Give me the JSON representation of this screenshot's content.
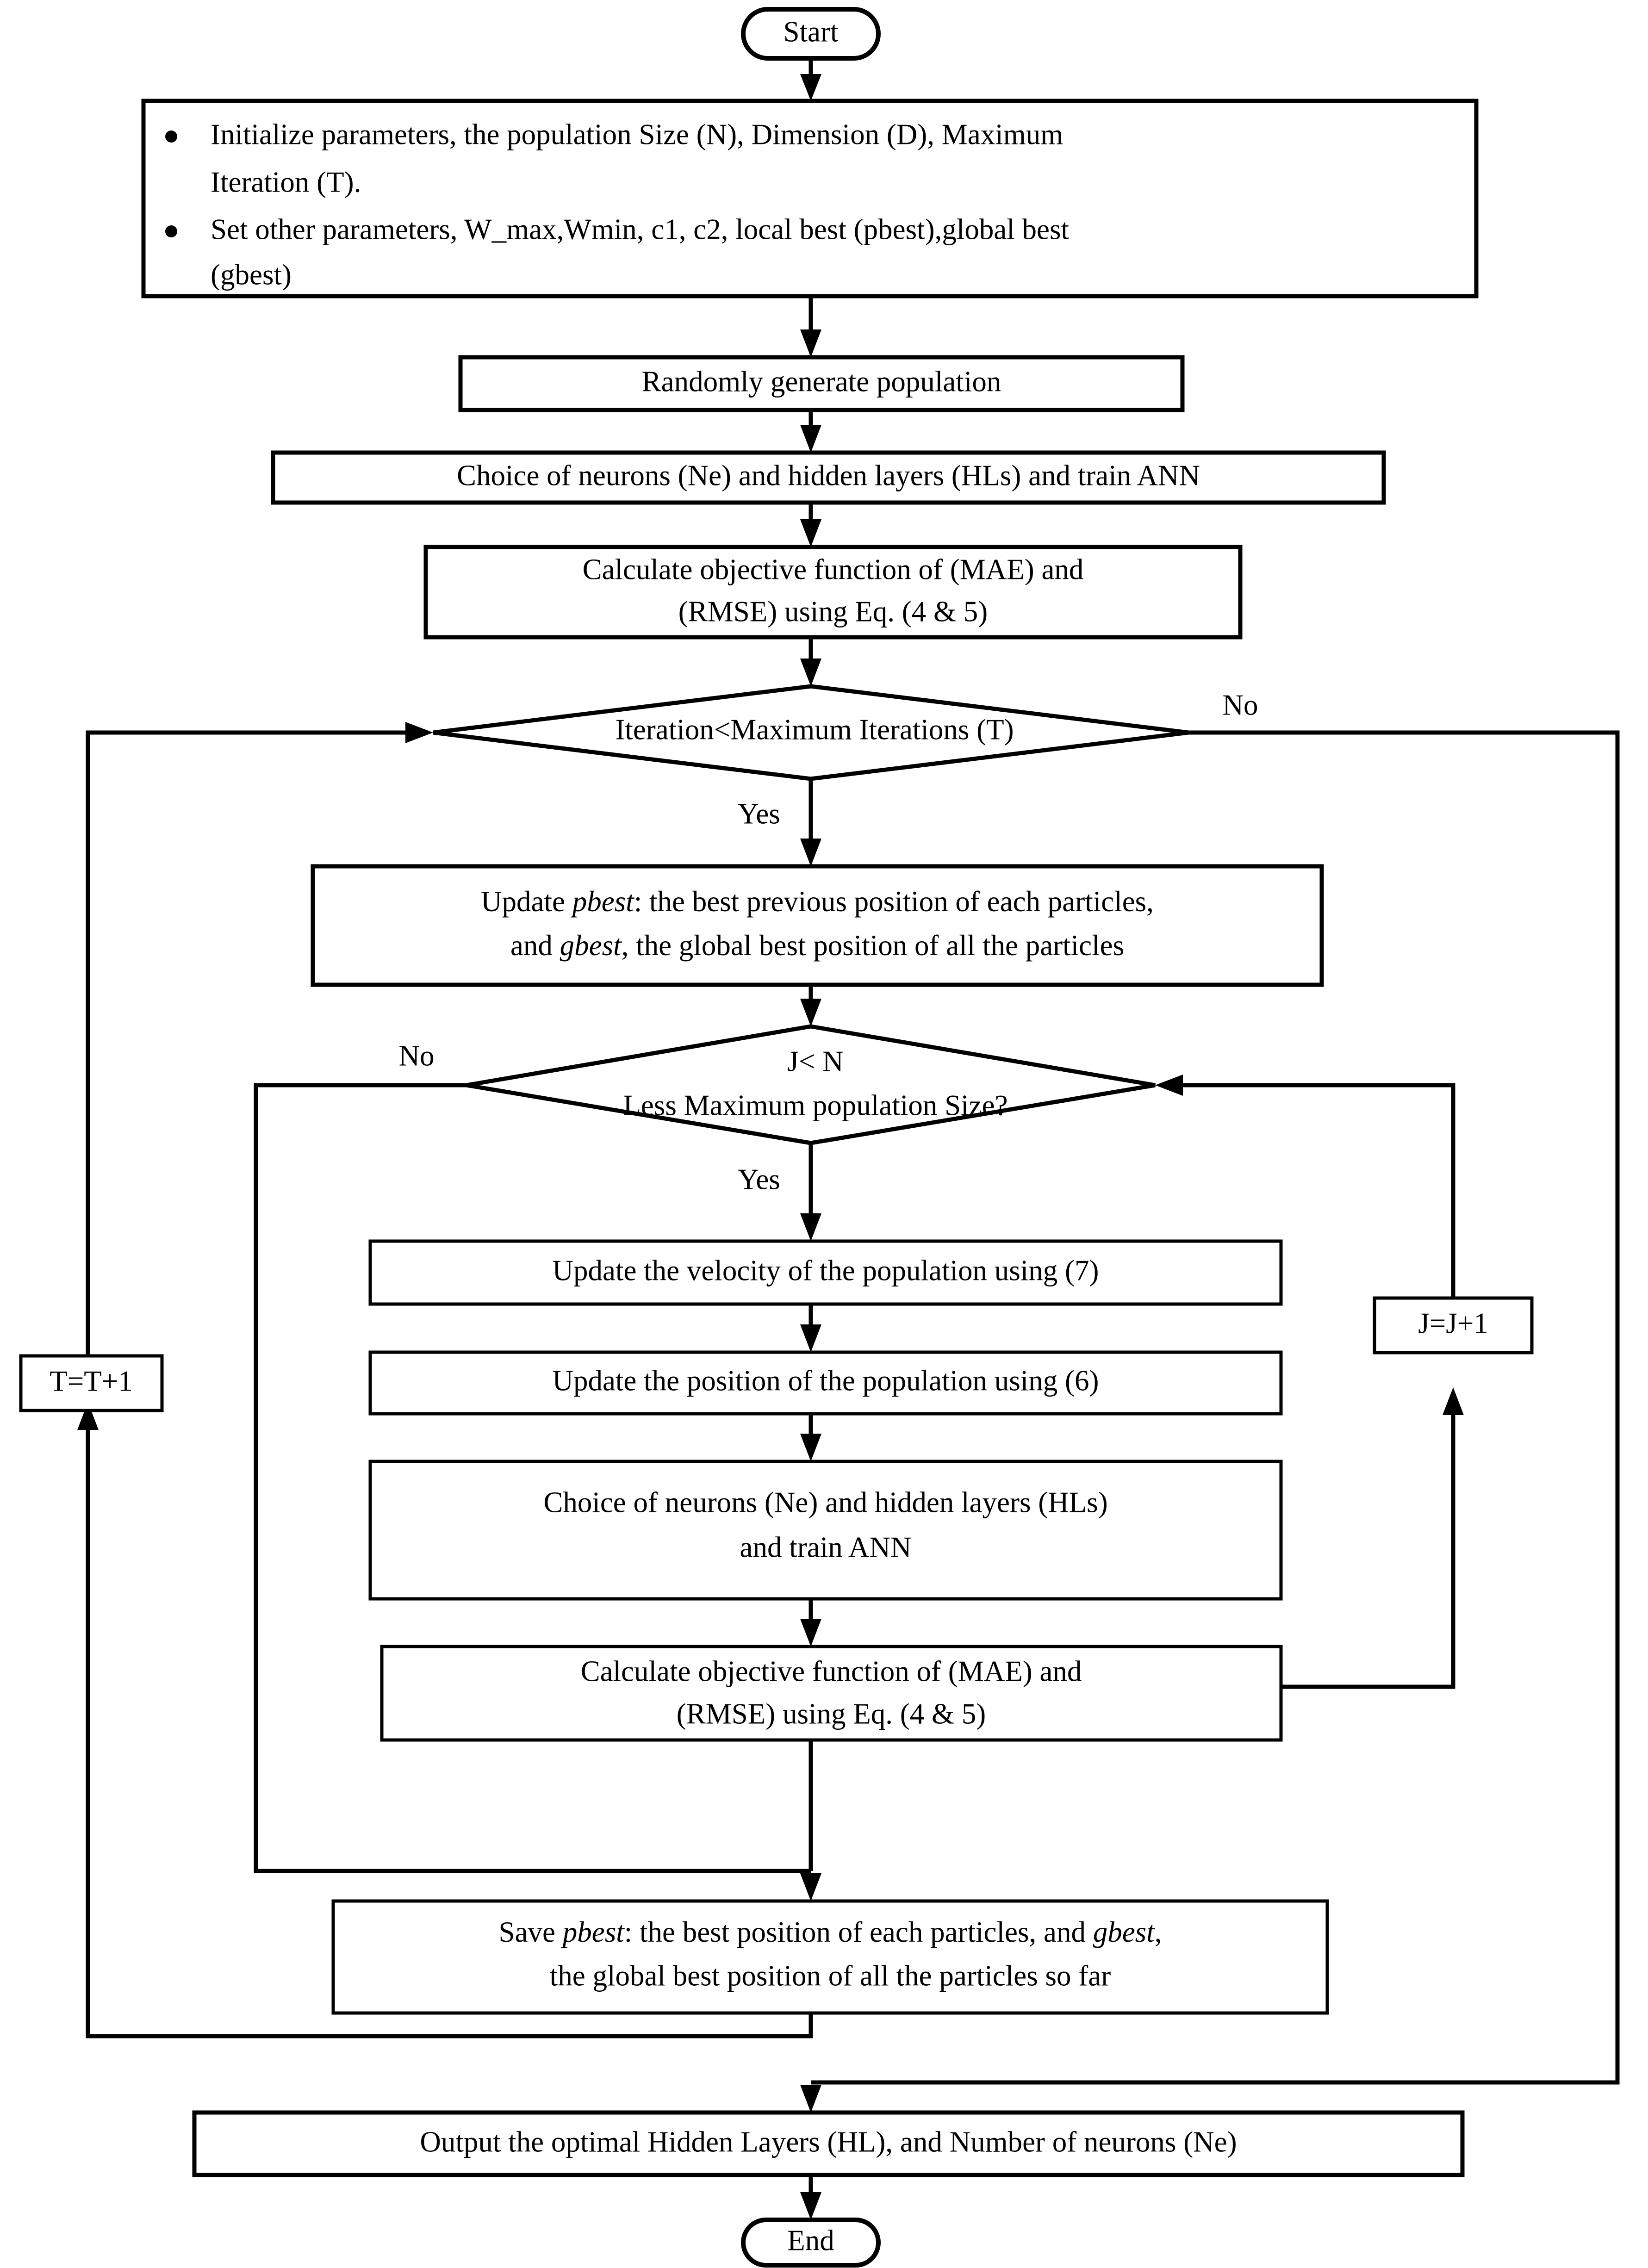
{
  "diagram": {
    "title": "PSO-ANN hyperparameter optimization flowchart",
    "background_color": "#ffffff",
    "line_color": "#000000"
  },
  "nodes": {
    "start": {
      "label": "Start",
      "shape": "terminator"
    },
    "init": {
      "shape": "process",
      "bullets": [
        {
          "lines": [
            "Initialize parameters,  the population Size (N), Dimension (D), Maximum",
            "Iteration (T)."
          ]
        },
        {
          "lines": [
            "Set other parameters, W_max,Wmin, c1, c2, local best (pbest),global best",
            "(gbest)"
          ]
        }
      ]
    },
    "random_population": {
      "shape": "process",
      "lines": [
        "Randomly generate population"
      ]
    },
    "choice_neurons_1": {
      "shape": "process",
      "lines": [
        "Choice of neurons (Ne) and hidden layers (HLs) and train ANN"
      ]
    },
    "calc_objective_1": {
      "shape": "process",
      "lines": [
        "Calculate objective function of (MAE) and",
        "(RMSE) using Eq. (4 & 5)"
      ]
    },
    "decision_iteration": {
      "shape": "decision",
      "lines": [
        "Iteration<Maximum Iterations (T)"
      ]
    },
    "update_best": {
      "shape": "process",
      "rich_lines": [
        [
          {
            "t": "Update ",
            "i": false
          },
          {
            "t": "pbest",
            "i": true
          },
          {
            "t": ": the best previous position of each particles,",
            "i": false
          }
        ],
        [
          {
            "t": "and ",
            "i": false
          },
          {
            "t": "gbest",
            "i": true
          },
          {
            "t": ", the global best position of all the particles",
            "i": false
          }
        ]
      ]
    },
    "decision_population": {
      "shape": "decision",
      "lines": [
        "J< N",
        "Less Maximum population Size?"
      ]
    },
    "update_velocity": {
      "shape": "process",
      "lines": [
        "Update the velocity of the population using (7)"
      ]
    },
    "update_position": {
      "shape": "process",
      "lines": [
        "Update the position of the population using (6)"
      ]
    },
    "choice_neurons_2": {
      "shape": "process",
      "lines": [
        "Choice of neurons (Ne) and hidden layers (HLs)",
        "and train ANN"
      ]
    },
    "calc_objective_2": {
      "shape": "process",
      "lines": [
        "Calculate objective function of (MAE) and",
        "(RMSE) using Eq. (4 & 5)"
      ]
    },
    "j_increment": {
      "shape": "process",
      "lines": [
        "J=J+1"
      ]
    },
    "t_increment": {
      "shape": "process",
      "lines": [
        "T=T+1"
      ]
    },
    "save_best": {
      "shape": "process",
      "rich_lines": [
        [
          {
            "t": "Save ",
            "i": false
          },
          {
            "t": "pbest",
            "i": true
          },
          {
            "t": ": the best position of each particles, and ",
            "i": false
          },
          {
            "t": "gbest",
            "i": true
          },
          {
            "t": ",",
            "i": false
          }
        ],
        [
          {
            "t": "the global best position of all the particles so far",
            "i": false
          }
        ]
      ]
    },
    "output": {
      "shape": "process",
      "lines": [
        "Output the optimal Hidden Layers (HL), and Number of neurons (Ne)"
      ]
    },
    "end": {
      "label": "End",
      "shape": "terminator"
    }
  },
  "edge_labels": {
    "iteration_no": "No",
    "iteration_yes": "Yes",
    "population_no": "No",
    "population_yes": "Yes"
  }
}
